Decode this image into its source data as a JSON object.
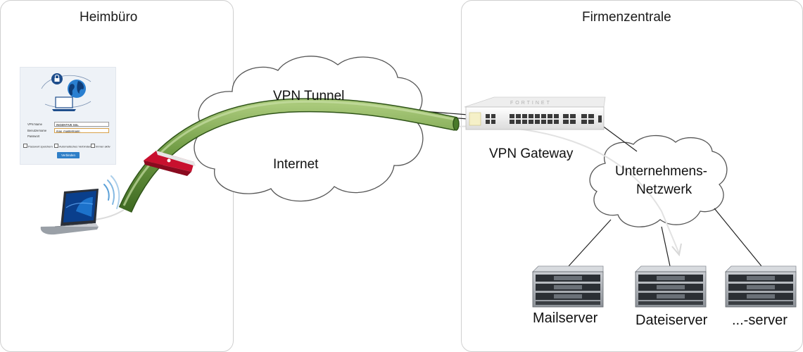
{
  "zones": {
    "home": "Heimbüro",
    "hq": "Firmenzentrale"
  },
  "labels": {
    "tunnel": "VPN Tunnel",
    "internet": "Internet",
    "gateway": "VPN Gateway",
    "network_line1": "Unternehmens-",
    "network_line2": "Netzwerk"
  },
  "vpn_client": {
    "vpn_name_label": "VPN Name",
    "vpn_name_value": "INGENTIVE SSL",
    "username_label": "Benutzername",
    "username_value": "max_mustermann",
    "password_label": "Passwort",
    "save_password": "Passwort speichern",
    "auto_connect": "Automatisches Verbinden",
    "always_on": "Immer aktiv",
    "connect_button": "Verbinden"
  },
  "servers": [
    {
      "label": "Mailserver"
    },
    {
      "label": "Dateiserver"
    },
    {
      "label": "...-server"
    }
  ],
  "colors": {
    "tunnel": "#5f8f3a",
    "zone_border": "#cfcfcf",
    "firewall_brand": "#c8102e"
  },
  "icons": [
    "laptop-icon",
    "wifi-icon",
    "router-icon",
    "firewall-icon",
    "cloud-icon",
    "server-icon",
    "lock-icon",
    "globe-icon"
  ]
}
